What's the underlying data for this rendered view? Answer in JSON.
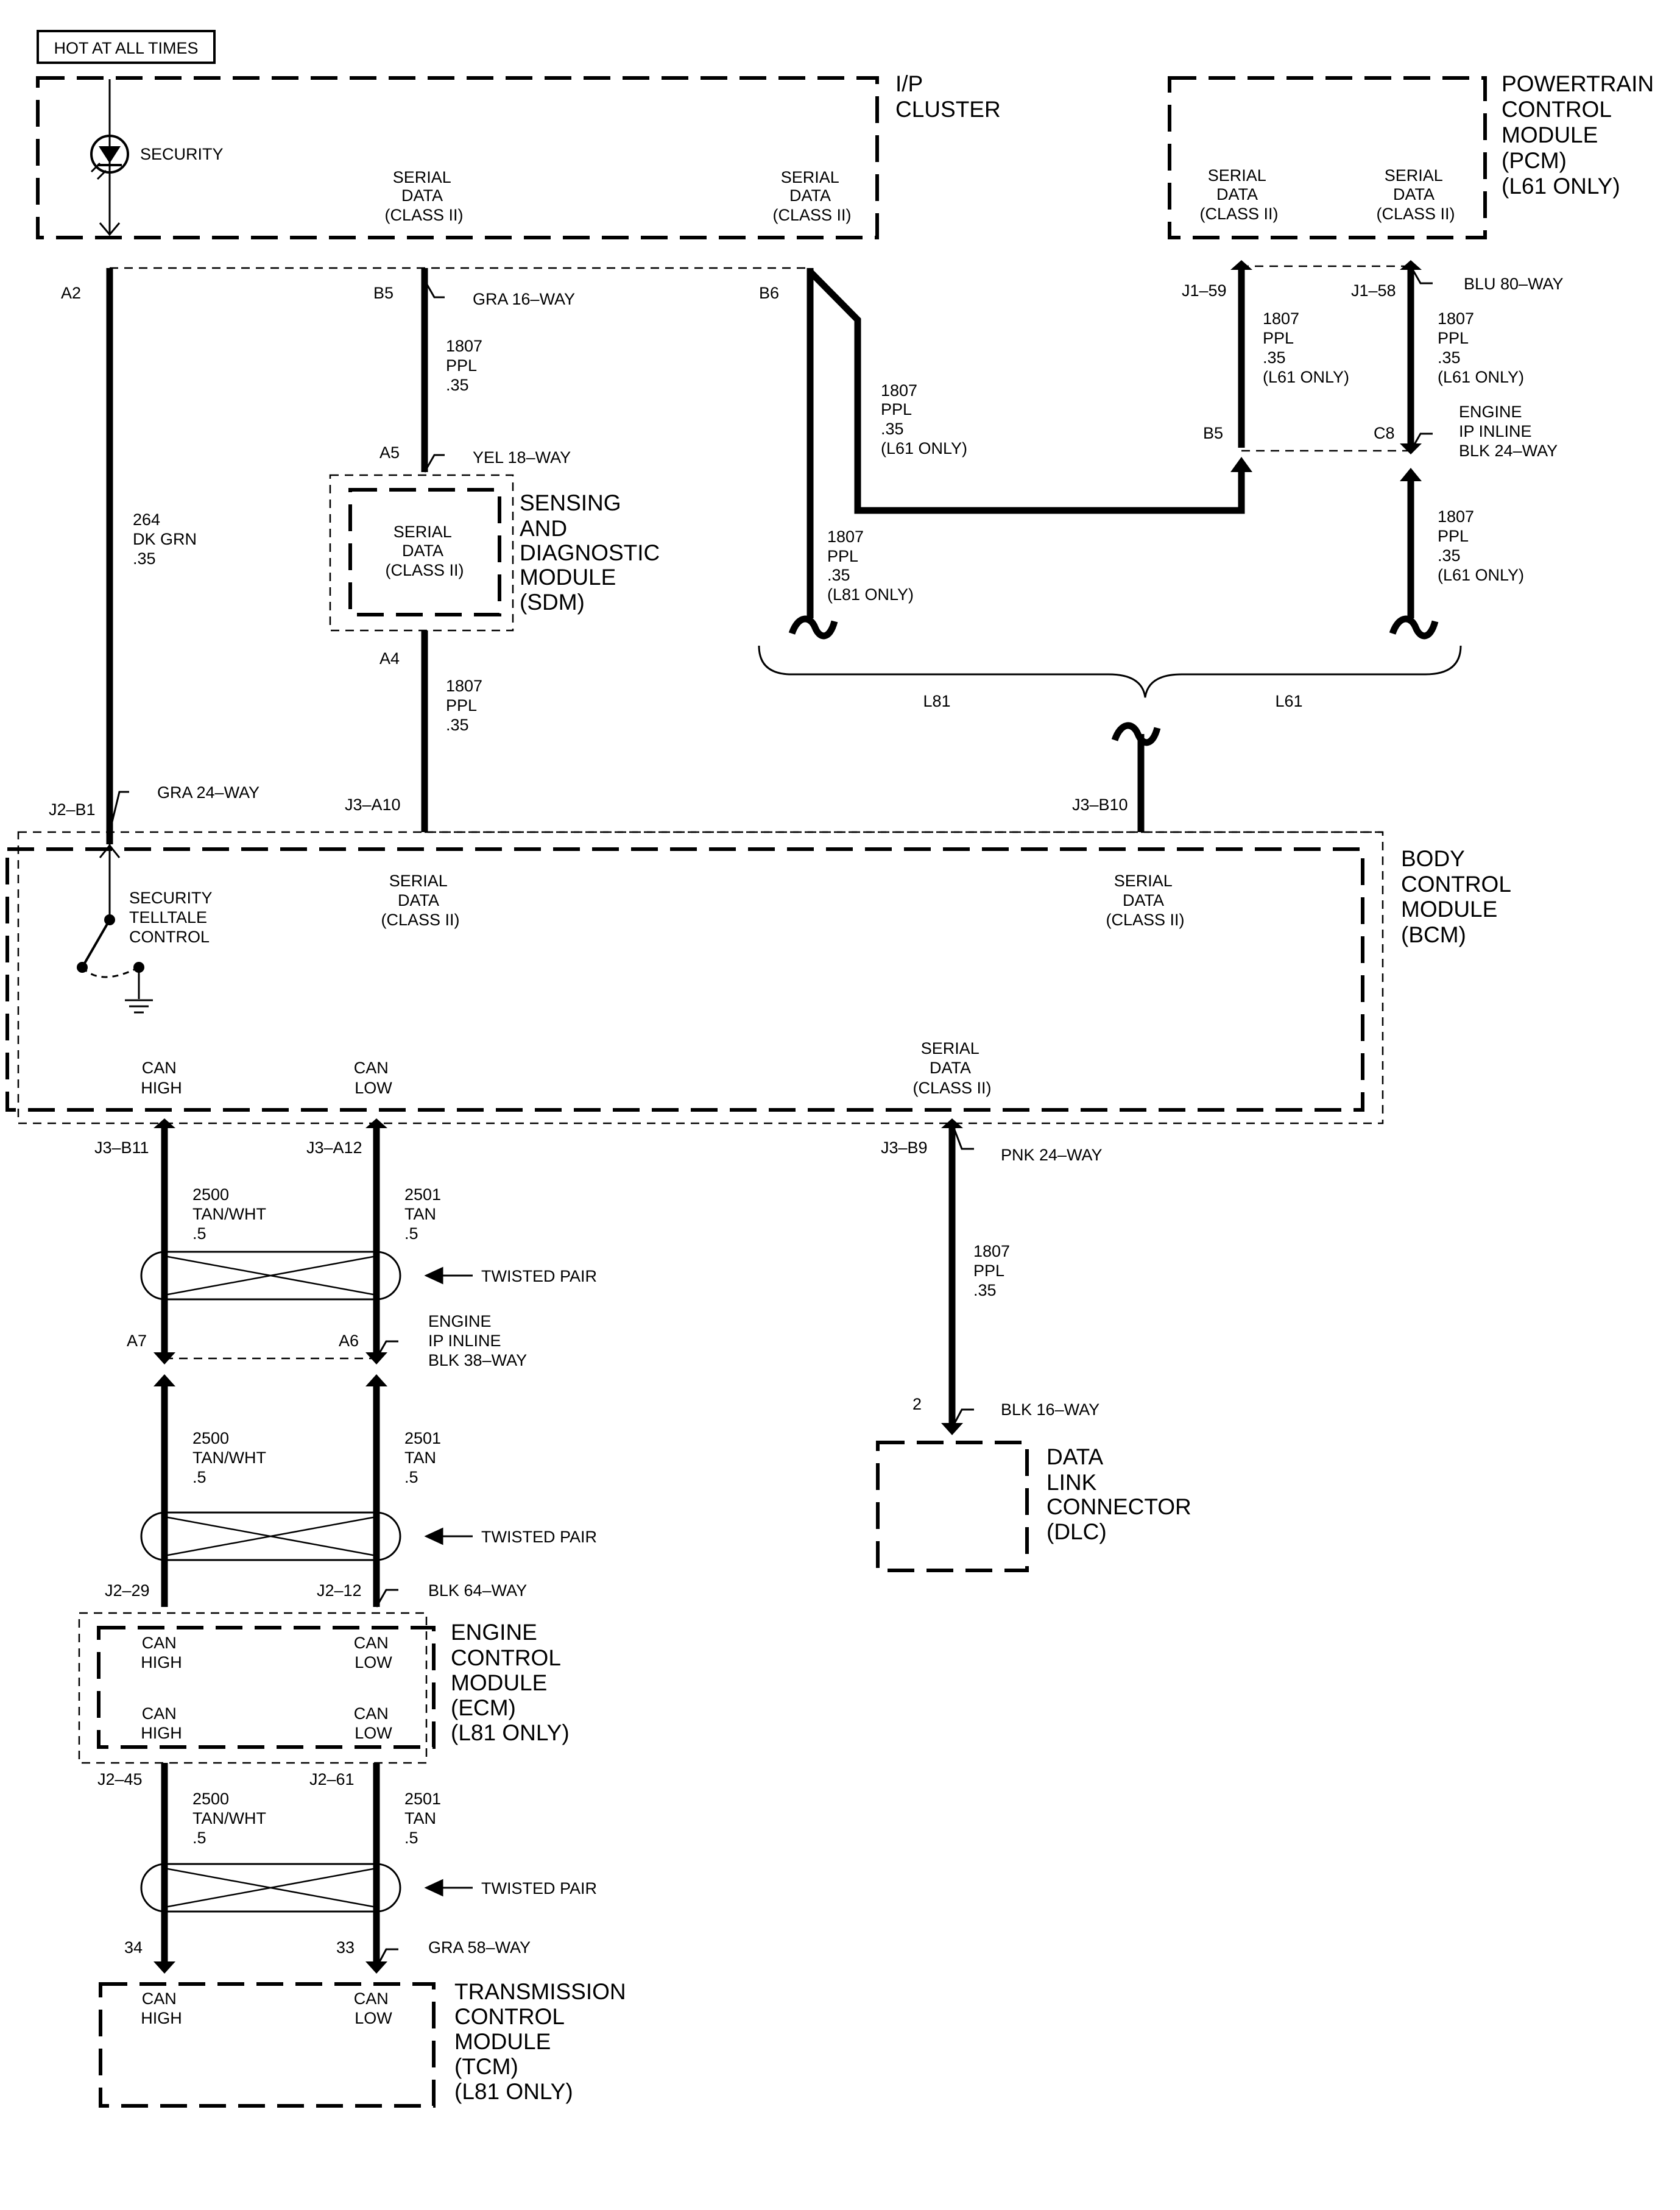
{
  "hot_label": "HOT AT ALL TIMES",
  "ip_cluster": {
    "title": [
      "I/P",
      "CLUSTER"
    ],
    "security_label": "SECURITY",
    "serial_left": [
      "SERIAL",
      "DATA",
      "(CLASS II)"
    ],
    "serial_right": [
      "SERIAL",
      "DATA",
      "(CLASS II)"
    ]
  },
  "pcm": {
    "title": [
      "POWERTRAIN",
      "CONTROL",
      "MODULE",
      "(PCM)",
      "(L61 ONLY)"
    ],
    "serial_left": [
      "SERIAL",
      "DATA",
      "(CLASS II)"
    ],
    "serial_right": [
      "SERIAL",
      "DATA",
      "(CLASS II)"
    ]
  },
  "sdm": {
    "title": [
      "SENSING",
      "AND",
      "DIAGNOSTIC",
      "MODULE",
      "(SDM)"
    ],
    "serial": [
      "SERIAL",
      "DATA",
      "(CLASS II)"
    ]
  },
  "bcm": {
    "title": [
      "BODY",
      "CONTROL",
      "MODULE",
      "(BCM)"
    ],
    "security_control": [
      "SECURITY",
      "TELLTALE",
      "CONTROL"
    ],
    "serial_left": [
      "SERIAL",
      "DATA",
      "(CLASS II)"
    ],
    "serial_right": [
      "SERIAL",
      "DATA",
      "(CLASS II)"
    ],
    "serial_bottom": [
      "SERIAL",
      "DATA",
      "(CLASS II)"
    ],
    "can_high": [
      "CAN",
      "HIGH"
    ],
    "can_low": [
      "CAN",
      "LOW"
    ]
  },
  "dlc": {
    "title": [
      "DATA",
      "LINK",
      "CONNECTOR",
      "(DLC)"
    ]
  },
  "ecm": {
    "title": [
      "ENGINE",
      "CONTROL",
      "MODULE",
      "(ECM)",
      "(L81 ONLY)"
    ],
    "can_high": [
      "CAN",
      "HIGH"
    ],
    "can_low": [
      "CAN",
      "LOW"
    ]
  },
  "tcm": {
    "title": [
      "TRANSMISSION",
      "CONTROL",
      "MODULE",
      "(TCM)",
      "(L81 ONLY)"
    ],
    "can_high": [
      "CAN",
      "HIGH"
    ],
    "can_low": [
      "CAN",
      "LOW"
    ]
  },
  "pins": {
    "a2": "A2",
    "b5": "B5",
    "b6": "B6",
    "a5": "A5",
    "a4": "A4",
    "j2b1": "J2–B1",
    "j3a10": "J3–A10",
    "j3b10": "J3–B10",
    "j1_59": "J1–59",
    "j1_58": "J1–58",
    "pcm_b5": "B5",
    "c8": "C8",
    "j3b11": "J3–B11",
    "j3a12": "J3–A12",
    "j3b9": "J3–B9",
    "a7": "A7",
    "a6": "A6",
    "dlc_2": "2",
    "j2_29": "J2–29",
    "j2_12": "J2–12",
    "j2_45": "J2–45",
    "j2_61": "J2–61",
    "p34": "34",
    "p33": "33"
  },
  "connectors": {
    "gra16": "GRA 16–WAY",
    "yel18": "YEL 18–WAY",
    "gra24": "GRA 24–WAY",
    "blu80": "BLU 80–WAY",
    "engine_ip_24": [
      "ENGINE",
      "IP INLINE",
      "BLK 24–WAY"
    ],
    "pnk24": "PNK 24–WAY",
    "engine_ip_38": [
      "ENGINE",
      "IP INLINE",
      "BLK 38–WAY"
    ],
    "blk16": "BLK 16–WAY",
    "blk64": "BLK 64–WAY",
    "gra58": "GRA 58–WAY"
  },
  "wires": {
    "w264": [
      "264",
      "DK GRN",
      ".35"
    ],
    "w1807_a": [
      "1807",
      "PPL",
      ".35"
    ],
    "w1807_b": [
      "1807",
      "PPL",
      ".35"
    ],
    "w1807_l61": [
      "1807",
      "PPL",
      ".35",
      "(L61 ONLY)"
    ],
    "w1807_l81": [
      "1807",
      "PPL",
      ".35",
      "(L81 ONLY)"
    ],
    "w1807_pcm1": [
      "1807",
      "PPL",
      ".35",
      "(L61 ONLY)"
    ],
    "w1807_pcm2": [
      "1807",
      "PPL",
      ".35",
      "(L61 ONLY)"
    ],
    "w1807_pcm3": [
      "1807",
      "PPL",
      ".35",
      "(L61 ONLY)"
    ],
    "w1807_dlc": [
      "1807",
      "PPL",
      ".35"
    ],
    "w2500_1": [
      "2500",
      "TAN/WHT",
      ".5"
    ],
    "w2501_1": [
      "2501",
      "TAN",
      ".5"
    ],
    "w2500_2": [
      "2500",
      "TAN/WHT",
      ".5"
    ],
    "w2501_2": [
      "2501",
      "TAN",
      ".5"
    ],
    "w2500_3": [
      "2500",
      "TAN/WHT",
      ".5"
    ],
    "w2501_3": [
      "2501",
      "TAN",
      ".5"
    ]
  },
  "brace": {
    "left": "L81",
    "right": "L61"
  },
  "twisted_pair": [
    "TWISTED PAIR",
    "TWISTED PAIR",
    "TWISTED PAIR"
  ]
}
